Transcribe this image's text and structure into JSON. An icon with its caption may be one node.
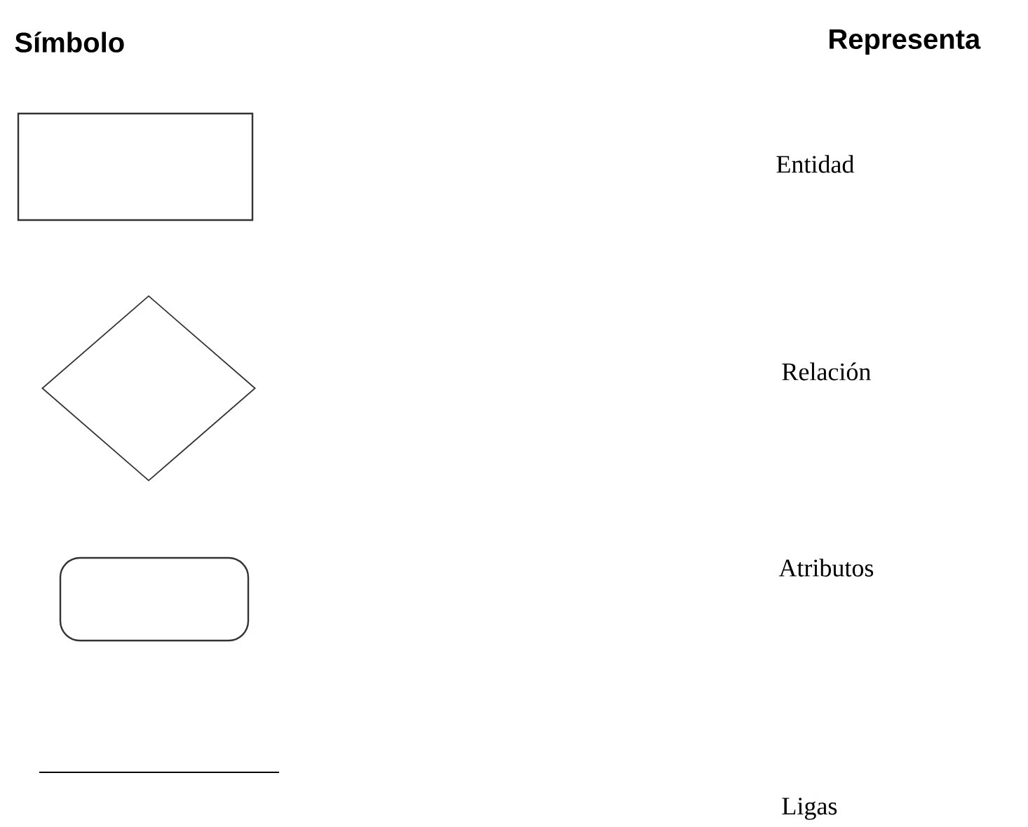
{
  "diagram": {
    "nodes": [
      {
        "text": [],
        "shape": "box"
      },
      {
        "text": [],
        "shape": "diamond"
      },
      {
        "text": [],
        "shape": "pill"
      },
      {
        "text": [],
        "shape": "line"
      }
    ],
    "labels": [
      "Símbolo",
      "Representa",
      "Entidad",
      "Relación",
      "Atributos",
      "Ligas"
    ]
  }
}
